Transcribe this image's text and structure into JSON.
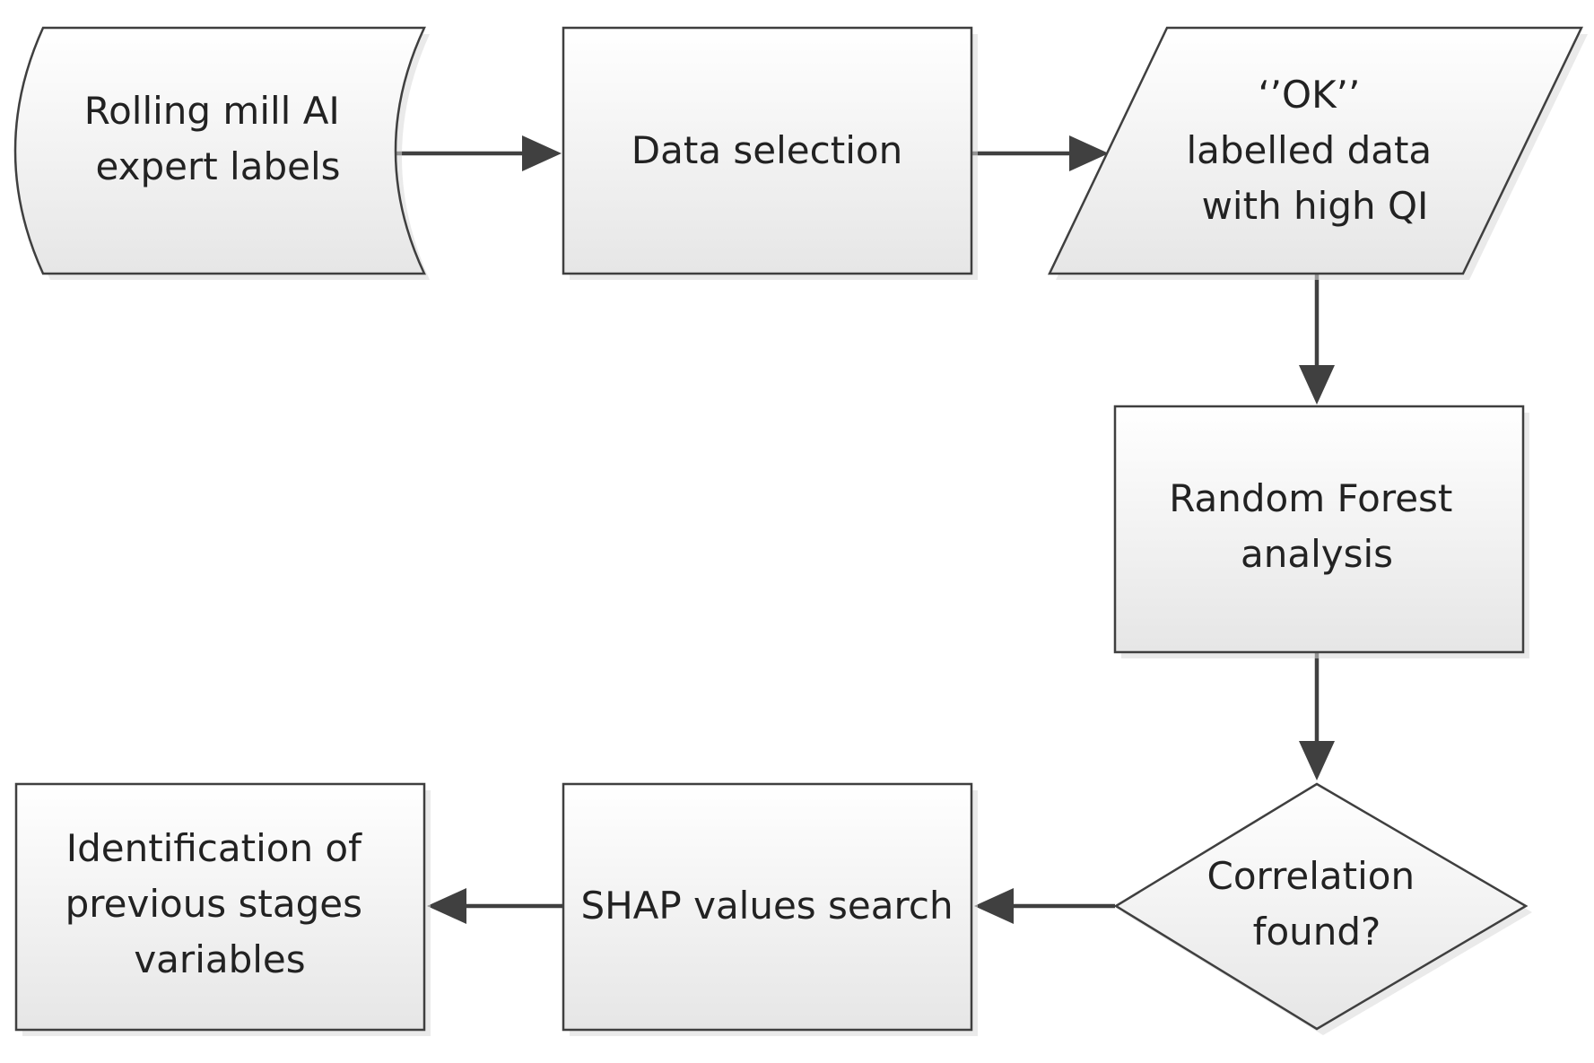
{
  "colors": {
    "node_fill_top": "#ffffff",
    "node_fill_bottom": "#e6e6e6",
    "node_border": "#3f3f3f",
    "arrow": "#404040",
    "text": "#222222",
    "background": "#ffffff"
  },
  "nodes": {
    "expert_labels": {
      "shape": "stored-data",
      "lines": [
        "Rolling mill AI",
        "expert labels"
      ]
    },
    "data_selection": {
      "shape": "process",
      "lines": [
        "Data selection"
      ]
    },
    "ok_data": {
      "shape": "data",
      "lines": [
        "‘’OK’’",
        "labelled data",
        "with high QI"
      ]
    },
    "random_forest": {
      "shape": "process",
      "lines": [
        "Random Forest",
        "analysis"
      ]
    },
    "correlation": {
      "shape": "decision",
      "lines": [
        "Correlation",
        "found?"
      ]
    },
    "shap_search": {
      "shape": "process",
      "lines": [
        "SHAP values search"
      ]
    },
    "identification": {
      "shape": "process",
      "lines": [
        "Identification of",
        "previous stages",
        "variables"
      ]
    }
  },
  "edges": [
    {
      "from": "expert_labels",
      "to": "data_selection"
    },
    {
      "from": "data_selection",
      "to": "ok_data"
    },
    {
      "from": "ok_data",
      "to": "random_forest"
    },
    {
      "from": "random_forest",
      "to": "correlation"
    },
    {
      "from": "correlation",
      "to": "shap_search"
    },
    {
      "from": "shap_search",
      "to": "identification"
    }
  ]
}
